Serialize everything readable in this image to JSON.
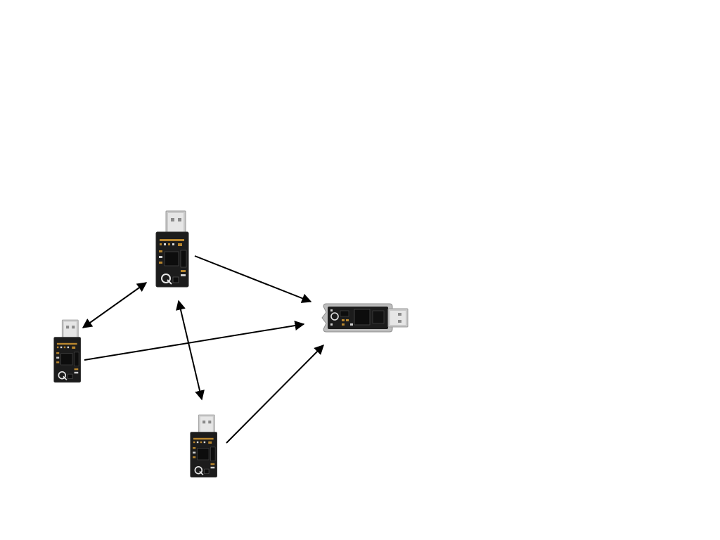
{
  "diagram": {
    "colors": {
      "background": "#ffffff",
      "arrow": "#000000",
      "pcb": "#1c1c1c",
      "pcb_dark": "#0d0d0d",
      "usb_metal": "#b9b9b9",
      "usb_metal_light": "#e3e3e3",
      "component_gold": "#b8862e",
      "enclosure": "#bdbdbd"
    },
    "nodes": [
      {
        "id": "sensor-top",
        "kind": "usb-sensor-node",
        "icon": "usb-sensor-board-icon"
      },
      {
        "id": "sensor-left",
        "kind": "usb-sensor-node",
        "icon": "usb-sensor-board-icon"
      },
      {
        "id": "sensor-bottom",
        "kind": "usb-sensor-node",
        "icon": "usb-sensor-board-icon"
      },
      {
        "id": "gateway",
        "kind": "usb-gateway-dongle",
        "icon": "usb-dongle-icon"
      }
    ],
    "links": [
      {
        "from": "sensor-top",
        "to": "gateway",
        "direction": "one-way"
      },
      {
        "from": "sensor-left",
        "to": "gateway",
        "direction": "one-way"
      },
      {
        "from": "sensor-bottom",
        "to": "gateway",
        "direction": "one-way"
      },
      {
        "from": "sensor-left",
        "to": "sensor-top",
        "direction": "two-way"
      },
      {
        "from": "sensor-top",
        "to": "sensor-bottom",
        "direction": "two-way"
      }
    ]
  }
}
